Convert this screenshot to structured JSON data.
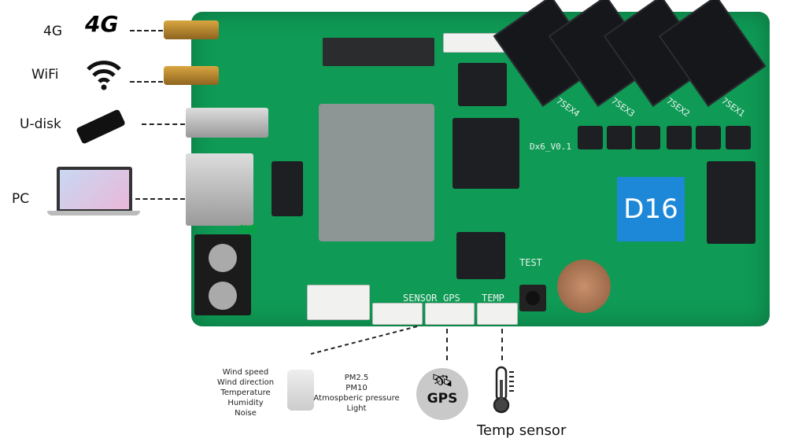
{
  "left_labels": {
    "g4": "4G",
    "wifi": "WiFi",
    "udisk": "U-disk",
    "pc": "PC"
  },
  "board": {
    "model": "D16",
    "version": "Dx6_V0.1",
    "test": "TEST",
    "gnd": "GND",
    "sensor": "SENSOR",
    "gps": "GPS",
    "temp": "TEMP",
    "hubs": [
      "7SEX4",
      "7SEX3",
      "7SEX2",
      "7SEX1"
    ]
  },
  "sensor_left": [
    "Wind speed",
    "Wind direction",
    "Temperature",
    "Humidity",
    "Noise"
  ],
  "sensor_right": [
    "PM2.5",
    "PM10",
    "Atmospberic pressure",
    "Light"
  ],
  "gps_label": "GPS",
  "temp_label": "Temp sensor",
  "colors": {
    "board": "#0f9a55",
    "d16_badge": "#1e88d8"
  }
}
